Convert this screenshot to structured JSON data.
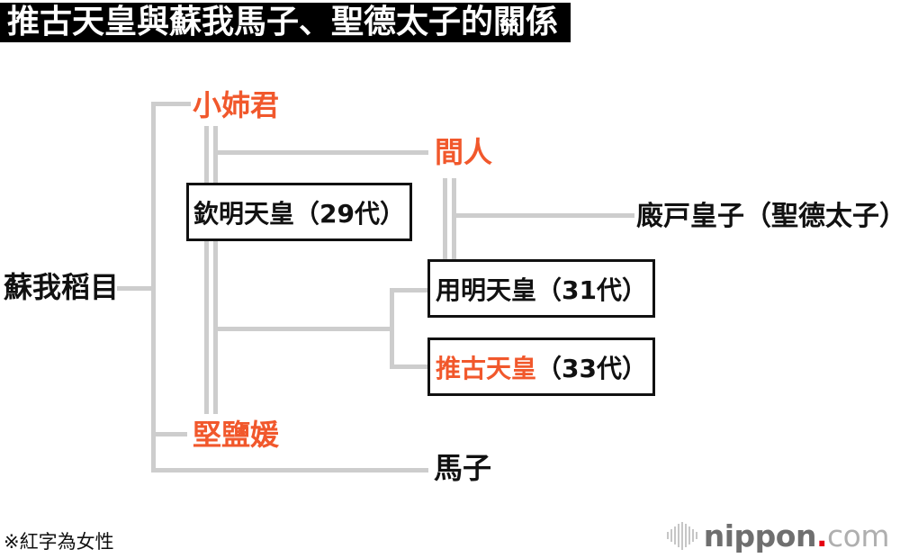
{
  "title": "推古天皇與蘇我馬子、聖德太子的關係",
  "footnote": "※紅字為女性",
  "colors": {
    "female_text": "#f1582c",
    "connector_line": "#cdcdcd",
    "title_bg": "#000000",
    "title_text": "#ffffff",
    "logo_dot": "#e50012"
  },
  "people": {
    "soga_iname": {
      "name": "蘇我稻目"
    },
    "koanekimi": {
      "name": "小姉君"
    },
    "hashihito": {
      "name": "間人"
    },
    "kinmei": {
      "name": "欽明天皇",
      "generation": "（29代）"
    },
    "umayado": {
      "name": "廄戸皇子（聖德太子）"
    },
    "yomei": {
      "name": "用明天皇",
      "generation": "（31代）"
    },
    "suiko": {
      "name": "推古天皇",
      "generation": "（33代）"
    },
    "kitashihime": {
      "name": "堅鹽媛"
    },
    "umako": {
      "name": "馬子"
    }
  },
  "logo": {
    "brand": "nippon",
    "dot": ".",
    "tld": "com"
  }
}
